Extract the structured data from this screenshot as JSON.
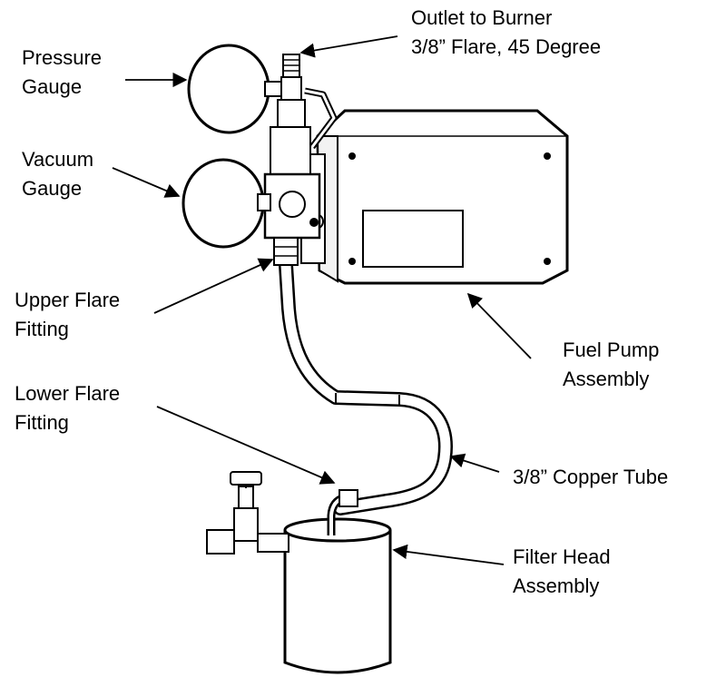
{
  "labels": {
    "outlet": {
      "line1": "Outlet to Burner",
      "line2": "3/8” Flare, 45 Degree"
    },
    "pressure_gauge": {
      "line1": "Pressure",
      "line2": "Gauge"
    },
    "vacuum_gauge": {
      "line1": "Vacuum",
      "line2": "Gauge"
    },
    "upper_flare": {
      "line1": "Upper Flare",
      "line2": "Fitting"
    },
    "fuel_pump": {
      "line1": "Fuel Pump",
      "line2": "Assembly"
    },
    "lower_flare": {
      "line1": "Lower Flare",
      "line2": "Fitting"
    },
    "copper_tube": {
      "line1": "3/8” Copper Tube"
    },
    "filter_head": {
      "line1": "Filter Head",
      "line2": "Assembly"
    }
  },
  "colors": {
    "ink": "#000000",
    "paper": "#ffffff",
    "shade": "#f2f2f2"
  }
}
